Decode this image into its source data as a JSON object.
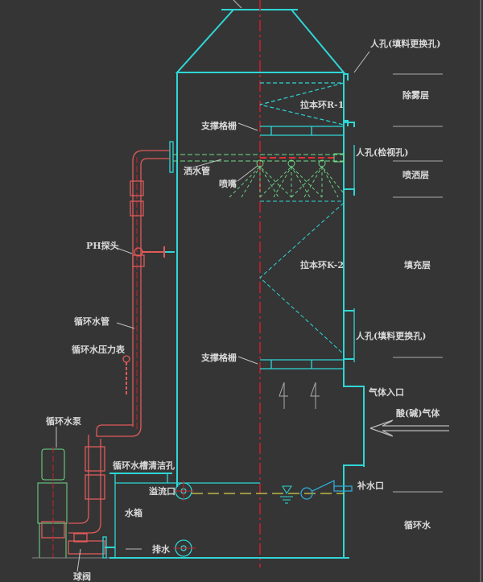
{
  "labels": {
    "manhole_top": "人孔(填料更换孔)",
    "demist_layer": "除雾层",
    "packing_r1": "拉本环R-1",
    "support_grid_top": "支撑格栅",
    "manhole_inspect": "人孔(检视孔)",
    "spray_pipe": "洒水管",
    "nozzle": "喷嘴",
    "spray_layer": "喷洒层",
    "ph_probe": "PH探头",
    "packing_k2": "拉本环K-2",
    "fill_layer": "填充层",
    "circ_pipe": "循环水管",
    "manhole_bottom": "人孔(填料更换孔)",
    "pressure_gauge": "循环水压力表",
    "support_grid_bottom": "支撑格栅",
    "gas_inlet": "气体入口",
    "acid_gas": "酸(碱)气体",
    "circ_pump": "循环水泵",
    "tank_clean_hole": "循环水槽清洁孔",
    "overflow": "溢流口",
    "makeup_water": "补水口",
    "water_tank": "水箱",
    "circ_water": "循环水",
    "drain": "排水",
    "ball_valve": "球阀"
  },
  "colors": {
    "background": "#353535",
    "vessel": "#2fd6d6",
    "pipe": "#e05a5a",
    "pump": "#6fdc8a",
    "centerline": "#c8202a",
    "water_level": "#d6d04a"
  }
}
